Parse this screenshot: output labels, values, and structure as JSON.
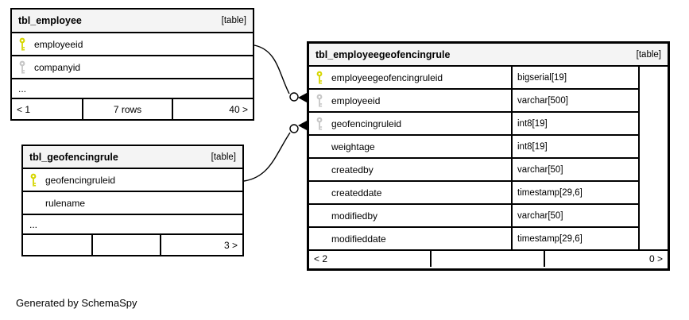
{
  "diagram": {
    "generated_by": "Generated by SchemaSpy",
    "ellipsis": "..."
  },
  "colors": {
    "primary_key": "#d6d600",
    "foreign_key": "#c6c6c6",
    "header_bg": "#f4f4f4",
    "border": "#000000"
  },
  "tables": [
    {
      "name": "tbl_employee",
      "badge": "[table]",
      "columns": [
        {
          "name": "employeeid",
          "key": "primary"
        },
        {
          "name": "companyid",
          "key": "foreign"
        }
      ],
      "truncated": "...",
      "footer": {
        "left": "< 1",
        "center": "7 rows",
        "right": "40 >"
      }
    },
    {
      "name": "tbl_geofencingrule",
      "badge": "[table]",
      "columns": [
        {
          "name": "geofencingruleid",
          "key": "primary"
        },
        {
          "name": "rulename",
          "key": null
        }
      ],
      "truncated": "...",
      "footer": {
        "left": "",
        "center": "",
        "right": "3 >"
      }
    },
    {
      "name": "tbl_employeegeofencingrule",
      "badge": "[table]",
      "columns": [
        {
          "name": "employeegeofencingruleid",
          "key": "primary",
          "type": "bigserial[19]"
        },
        {
          "name": "employeeid",
          "key": "foreign",
          "type": "varchar[500]"
        },
        {
          "name": "geofencingruleid",
          "key": "foreign",
          "type": "int8[19]"
        },
        {
          "name": "weightage",
          "key": null,
          "type": "int8[19]"
        },
        {
          "name": "createdby",
          "key": null,
          "type": "varchar[50]"
        },
        {
          "name": "createddate",
          "key": null,
          "type": "timestamp[29,6]"
        },
        {
          "name": "modifiedby",
          "key": null,
          "type": "varchar[50]"
        },
        {
          "name": "modifieddate",
          "key": null,
          "type": "timestamp[29,6]"
        }
      ],
      "footer": {
        "left": "< 2",
        "center": "",
        "right": "0 >"
      }
    }
  ],
  "relationships": [
    {
      "from_table": "tbl_employee",
      "from_column": "employeeid",
      "to_table": "tbl_employeegeofencingrule",
      "to_column": "employeeid"
    },
    {
      "from_table": "tbl_geofencingrule",
      "from_column": "geofencingruleid",
      "to_table": "tbl_employeegeofencingrule",
      "to_column": "geofencingruleid"
    }
  ]
}
